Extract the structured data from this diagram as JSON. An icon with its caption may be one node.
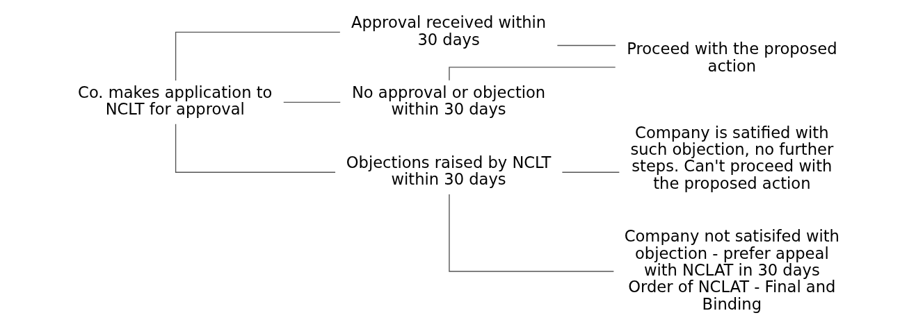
{
  "diagram": {
    "nodes": [
      {
        "text": [
          "Co. makes application to NCLT for approval"
        ]
      },
      {
        "text": [
          "Approval received within 30 days"
        ]
      },
      {
        "text": [
          "No approval or objection within 30 days"
        ]
      },
      {
        "text": [
          "Objections raised by NCLT within 30 days"
        ]
      },
      {
        "text": [
          "Proceed with the proposed action"
        ]
      },
      {
        "text": [
          "Company is satified with such objection, no further steps. Can't proceed with the proposed action"
        ]
      },
      {
        "text": [
          "Company not satisifed with objection - prefer appeal  with NCLAT in 30 days",
          "Order of NCLAT - Final and Binding"
        ]
      }
    ],
    "edges": [
      {
        "from": 0,
        "to": 1,
        "arrow": "none"
      },
      {
        "from": 0,
        "to": 2,
        "arrow": "none"
      },
      {
        "from": 0,
        "to": 3,
        "arrow": "none"
      },
      {
        "from": 1,
        "to": 4,
        "arrow": "none"
      },
      {
        "from": 2,
        "to": 4,
        "arrow": "none"
      },
      {
        "from": 3,
        "to": 5,
        "arrow": "none"
      },
      {
        "from": 3,
        "to": 6,
        "arrow": "none"
      }
    ]
  }
}
